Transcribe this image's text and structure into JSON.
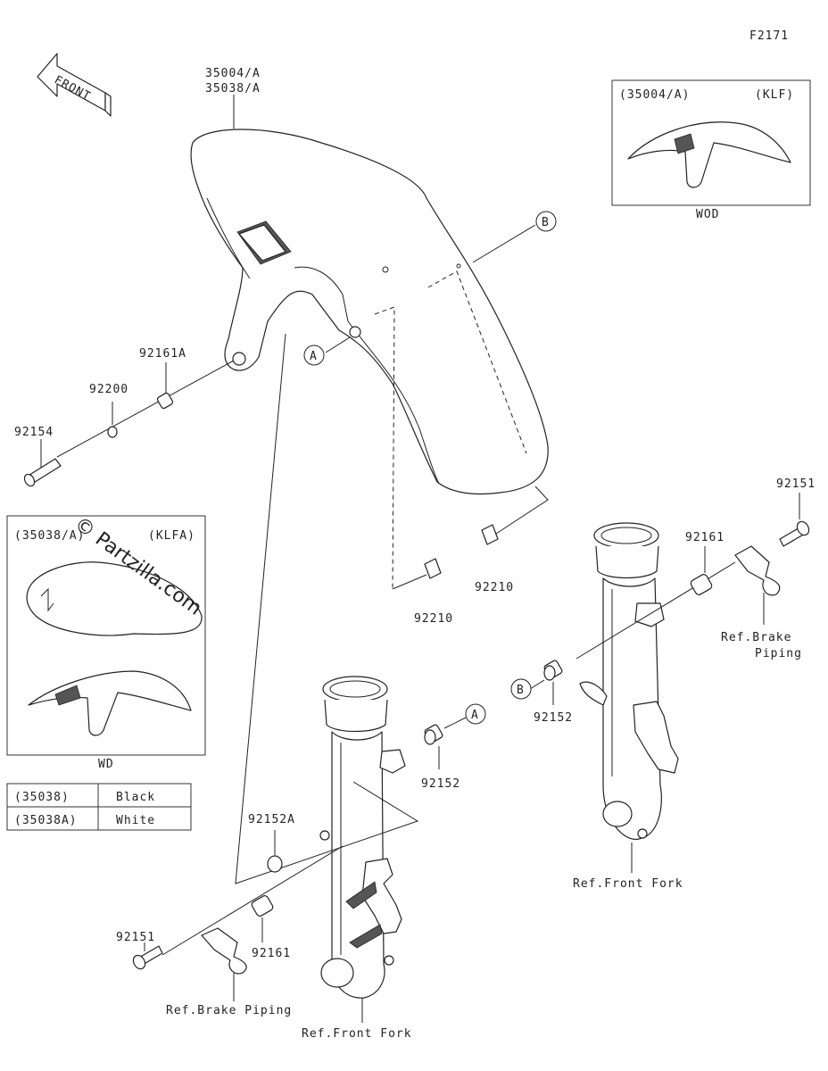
{
  "diagram_id": "F2171",
  "front_label": "FRONT",
  "watermark": "© Partzilla.com",
  "parts": {
    "fender_a": "35004/A",
    "fender_b": "35038/A",
    "collar_a": "92161A",
    "washer": "92200",
    "bolt_long": "92154",
    "nut_left": "92210",
    "nut_right": "92210",
    "bolt_right": "92151",
    "collar_right": "92161",
    "bolt_left": "92151",
    "collar_left": "92161",
    "collar_2a": "92152A",
    "collar_mid_left": "92152",
    "collar_mid_right": "92152"
  },
  "callouts": {
    "a": "A",
    "b": "B"
  },
  "refs": {
    "brake_piping_right_1": "Ref.Brake",
    "brake_piping_right_2": "Piping",
    "brake_piping_left": "Ref.Brake Piping",
    "front_fork_right": "Ref.Front Fork",
    "front_fork_left": "Ref.Front Fork"
  },
  "inset_right": {
    "part": "(35004/A)",
    "model": "(KLF)",
    "caption": "WOD"
  },
  "inset_left": {
    "part": "(35038/A)",
    "model": "(KLFA)",
    "caption": "WD"
  },
  "color_table": {
    "rows": [
      {
        "code": "(35038)",
        "color": "Black"
      },
      {
        "code": "(35038A)",
        "color": "White"
      }
    ]
  }
}
